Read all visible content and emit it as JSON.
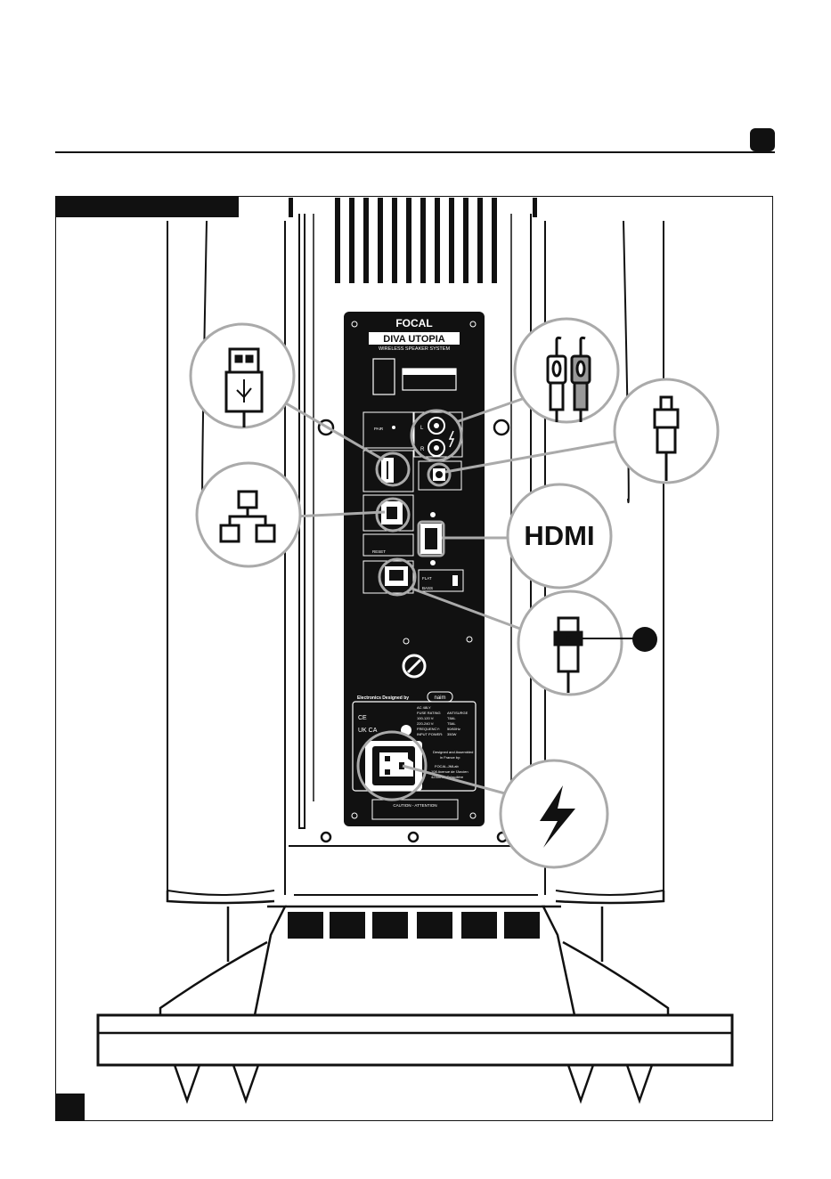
{
  "speaker_panel": {
    "brand": "FOCAL",
    "model": "DIVA UTOPIA",
    "subtitle": "WIRELESS SPEAKER SYSTEM",
    "electronics_text": "Electronics Designed by",
    "naim_logo": "naim",
    "reset_label": "RESET",
    "pair_label": "PAIR",
    "rca_left": "L",
    "rca_right": "R",
    "switch_label_top": "FLAT",
    "switch_label_bottom": "BASS"
  },
  "rating_plate": {
    "lines": [
      "AC 48LY",
      "FUSE RATING",
      "100-120 V:",
      "220-240 V:",
      "FREQUENCY:",
      "INPUT POWER:"
    ],
    "values": [
      "",
      "ANTISURGE",
      "T8AL",
      "T5AL",
      "50/60Hz",
      "350W"
    ],
    "assembled": [
      "Designed and Assembled",
      "in France by:"
    ],
    "address": [
      "FOCAL-JMLab",
      "108 Avenue de l'Ancien",
      "42350 La Talaudière"
    ],
    "marks": [
      "CE",
      "UK CA"
    ],
    "caution": "CAUTION - ATTENTION"
  },
  "callouts": [
    {
      "id": "usb",
      "icon": "usb-icon"
    },
    {
      "id": "ethernet-network",
      "icon": "network-icon"
    },
    {
      "id": "rca-analog",
      "icon": "rca-plug-icon"
    },
    {
      "id": "optical",
      "icon": "optical-plug-icon"
    },
    {
      "id": "hdmi",
      "icon": "hdmi-logo-icon",
      "text": "HDMI"
    },
    {
      "id": "rj45",
      "icon": "rj45-plug-icon"
    },
    {
      "id": "power",
      "icon": "lightning-icon"
    }
  ]
}
